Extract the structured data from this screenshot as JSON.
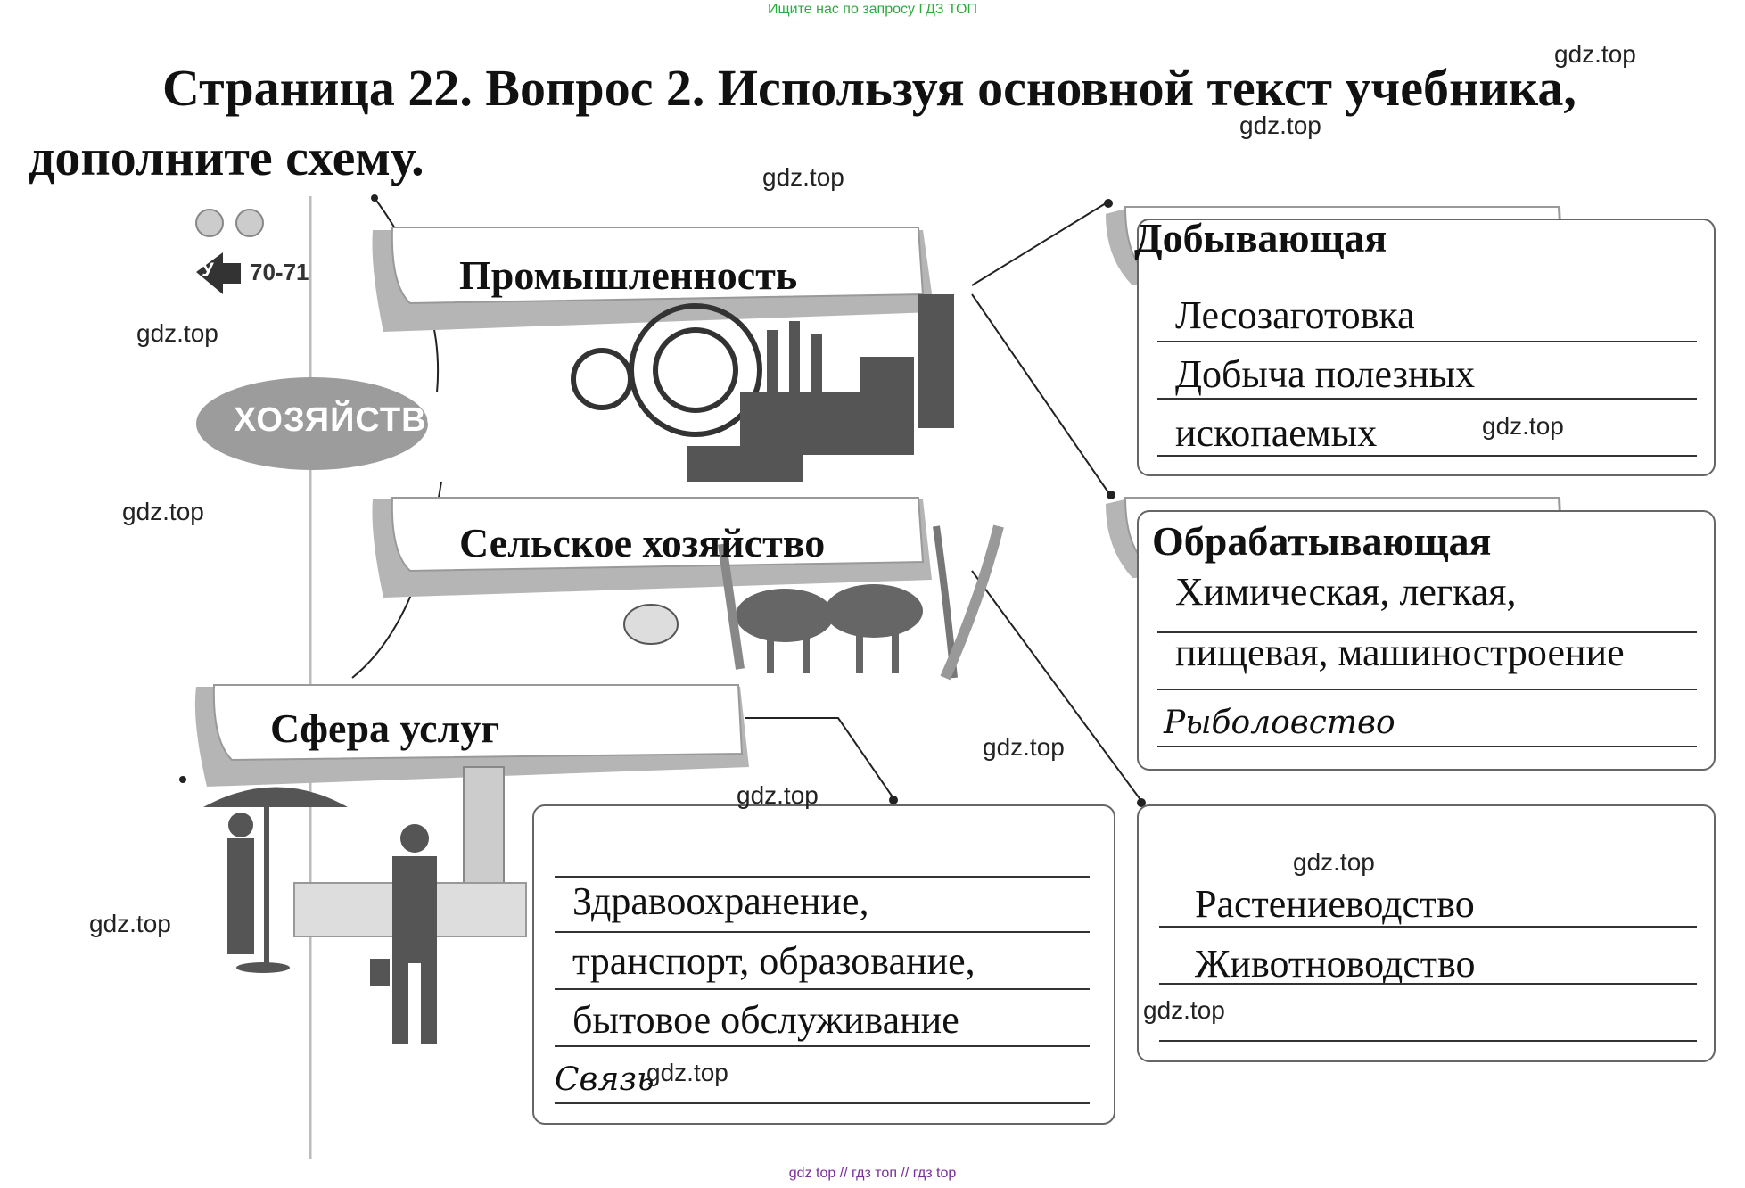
{
  "banner": "Ищите нас по запросу ГДЗ ТОП",
  "title": {
    "line1": "Страница 22. Вопрос 2. Используя основной текст учебника,",
    "line2": "дополните схему."
  },
  "badge": {
    "letter": "У",
    "pages": "70-71"
  },
  "center_label": "ХОЗЯЙСТВО",
  "sectors": {
    "industry": "Промышленность",
    "agriculture": "Сельское хозяйство",
    "services": "Сфера услуг"
  },
  "extractive": {
    "title": "Добывающая",
    "lines": [
      "Лесозаготовка",
      "Добыча полезных",
      "ископаемых"
    ]
  },
  "manufacturing": {
    "title": "Обрабатывающая",
    "lines": [
      "Химическая, легкая,",
      "пищевая, машиностроение"
    ],
    "printed": "Рыболовство"
  },
  "agri_box": {
    "lines": [
      "Растениеводство",
      "Животноводство"
    ]
  },
  "services_box": {
    "lines": [
      "Здравоохранение,",
      "транспорт, образование,",
      "бытовое обслуживание"
    ],
    "printed": "Связь"
  },
  "watermarks": [
    "gdz.top",
    "gdz.top",
    "gdz.top",
    "gdz.top",
    "gdz.top",
    "gdz.top",
    "gdz.top",
    "gdz.top",
    "gdz.top",
    "gdz.top",
    "gdz.top",
    "gdz.top"
  ],
  "footer": "gdz top  //  гдз топ  //  гдз top"
}
